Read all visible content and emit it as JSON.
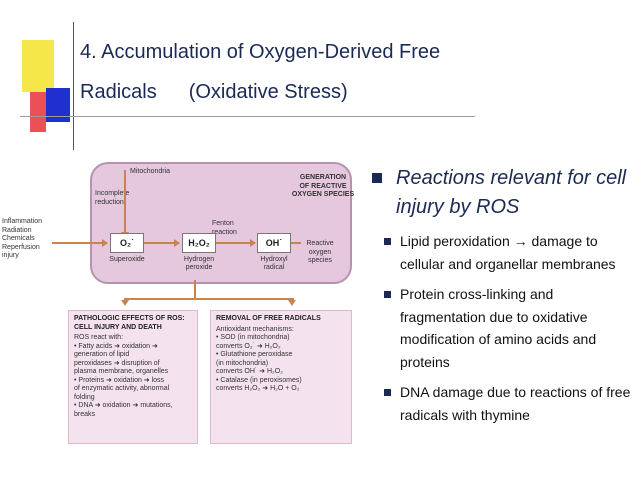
{
  "slide": {
    "title_line1": "4. Accumulation of Oxygen-Derived Free",
    "title_line2a": "Radicals",
    "title_line2b": "(Oxidative Stress)"
  },
  "diagram": {
    "mitochondria": "Mitochondria",
    "generation_heading": "GENERATION\nOF REACTIVE\nOXYGEN SPECIES",
    "incomplete_reduction": "Incomplete\nreduction",
    "fenton_reaction": "Fenton\nreaction",
    "inputs": "Inflammation\nRadiation\nChemicals\nReperfusion\ninjury",
    "species": [
      {
        "symbol": "O₂˙",
        "label": "Superoxide"
      },
      {
        "symbol": "H₂O₂",
        "label": "Hydrogen\nperoxide"
      },
      {
        "symbol": "OH˙",
        "label": "Hydroxyl\nradical"
      }
    ],
    "reactive_label": "Reactive\noxygen\nspecies",
    "pathologic_heading": "PATHOLOGIC EFFECTS OF ROS:\nCELL INJURY AND DEATH",
    "pathologic_text": "ROS react with:\n• Fatty acids ➜ oxidation ➜\n   generation of lipid\n   peroxidases ➜ disruption of\n   plasma membrane, organelles\n• Proteins ➜ oxidation ➜ loss\n   of enzymatic activity, abnormal\n   folding\n• DNA ➜ oxidation ➜ mutations,\n   breaks",
    "removal_heading": "REMOVAL OF FREE RADICALS",
    "removal_text": "Antioxidant mechanisms:\n• SOD (in mitochondria)\n   converts O₂˙ ➜ H₂O₂\n• Glutathione peroxidase\n   (in mitochondria)\n   converts OH˙ ➜ H₂O₂\n• Catalase (in peroxisomes)\n   converts H₂O₂ ➜ H₂O + O₂"
  },
  "bullets": {
    "main": "Reactions relevant for cell injury by ROS",
    "items": [
      "Lipid peroxidation → damage to cellular and organellar membranes",
      "Protein cross-linking and fragmentation due to oxidative modification of amino acids and proteins",
      "DNA damage due to reactions of free radicals with thymine"
    ]
  },
  "colors": {
    "title": "#1a2a55",
    "cell": "#e5c7de",
    "arrow": "#c9834d",
    "bullet": "#1a2a55"
  }
}
